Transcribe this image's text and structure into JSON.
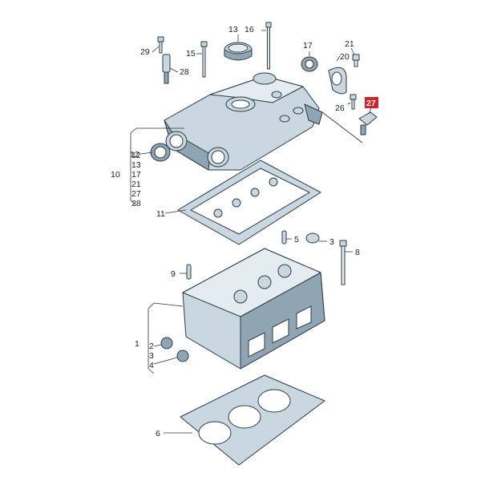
{
  "diagram": {
    "highlighted_part": "27",
    "callouts": {
      "c1": "1",
      "c2": "2",
      "c3_low": "3",
      "c3": "3",
      "c4": "4",
      "c5": "5",
      "c6": "6",
      "c8": "8",
      "c9": "9",
      "c10": "10",
      "c11": "11",
      "c12": "12",
      "c13_top": "13",
      "c15": "15",
      "c16": "16",
      "c17_top": "17",
      "c20": "20",
      "c21_top": "21",
      "c26": "26",
      "c27": "27",
      "c28_top": "28",
      "c29": "29"
    },
    "group_10": [
      "12",
      "13",
      "17",
      "21",
      "27",
      "28"
    ],
    "group_1": [
      "2",
      "3",
      "4"
    ]
  }
}
